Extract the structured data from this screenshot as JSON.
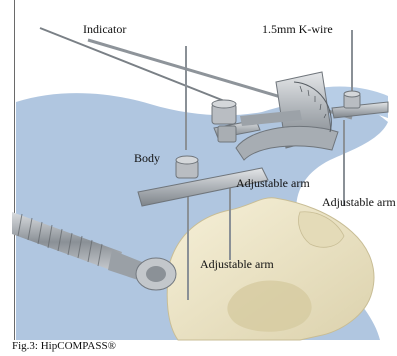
{
  "figure": {
    "labels": {
      "indicator": "Indicator",
      "k_wire": "1.5mm K-wire",
      "body": "Body",
      "adjustable_arm_1": "Adjustable arm",
      "adjustable_arm_2": "Adjustable arm",
      "adjustable_arm_3": "Adjustable arm"
    },
    "caption": "Fig.3: HipCOMPASS®"
  },
  "colors": {
    "pelvis_shadow": "#a9c1dd",
    "bone": "#eee6c6",
    "metal": "#b8bcc0",
    "metal_dark": "#6f757b"
  }
}
